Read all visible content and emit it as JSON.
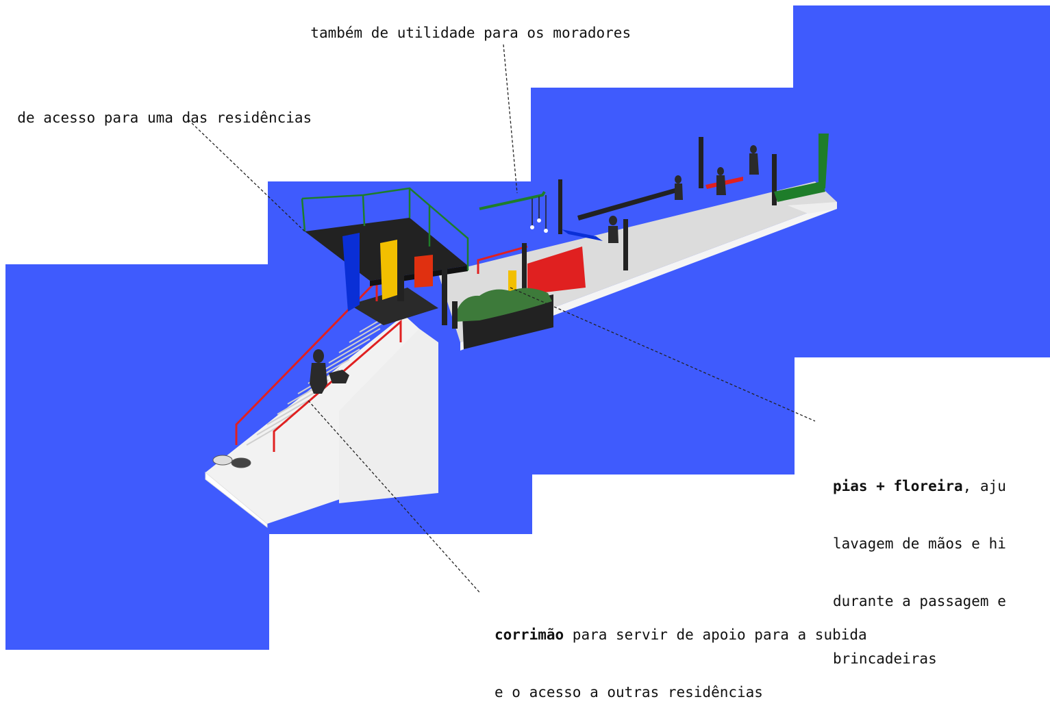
{
  "colors": {
    "background_blue": "#3f5bfd",
    "rail_red": "#e02020",
    "railing_green": "#1e7d2a",
    "panel_blue": "#0a2fd6",
    "panel_yellow": "#f2bf00",
    "panel_red": "#e03010",
    "deck_black": "#222222",
    "floor_grey": "#dcdcdc",
    "plant_green": "#3d7a3a"
  },
  "annotations": {
    "top_line": "também de utilidade para os moradores",
    "left_line": "de acesso para uma das residências",
    "sinks": {
      "bold": "pias + floreira",
      "rest": ", aju",
      "line2": "lavagem de mãos e hi",
      "line3": "durante a passagem e",
      "line4": "brincadeiras"
    },
    "handrail": {
      "bold": "corrimão",
      "rest": " para servir de apoio para a subida",
      "line2": "e o acesso a outras residências"
    }
  }
}
